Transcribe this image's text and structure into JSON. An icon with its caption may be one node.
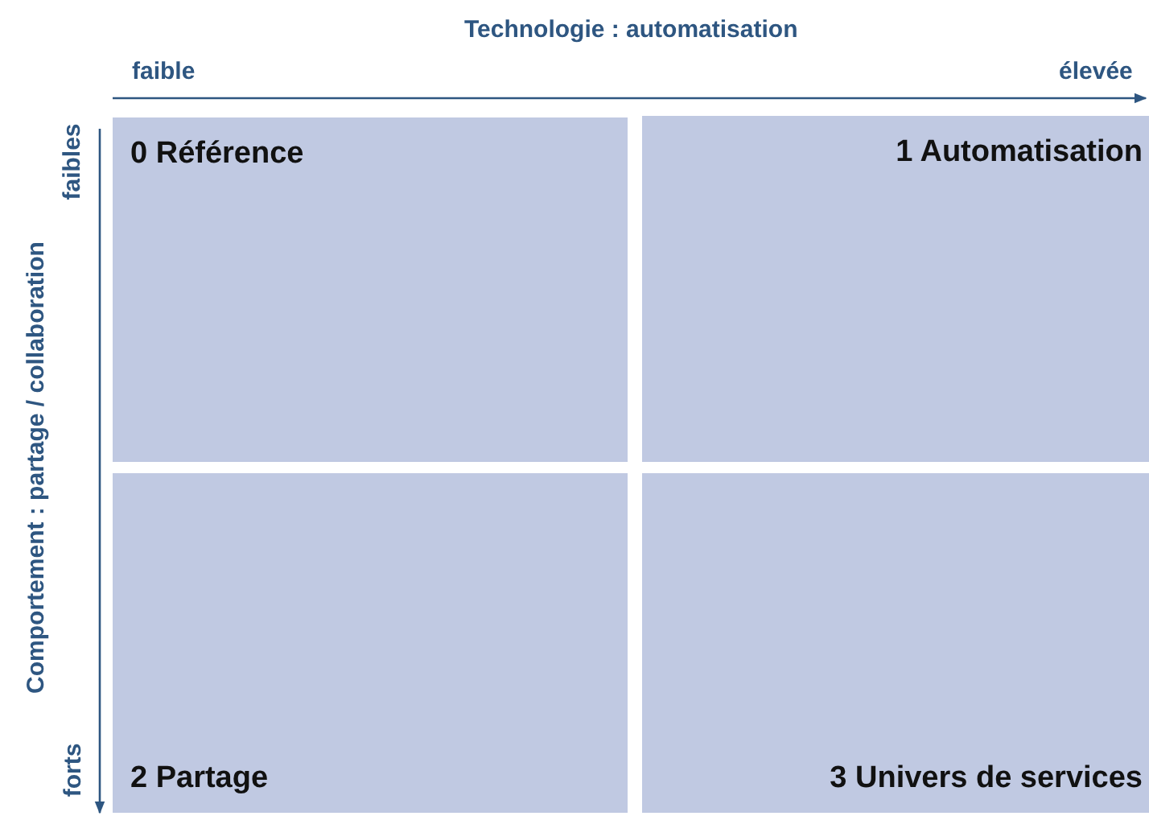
{
  "diagram": {
    "nodes": [
      {
        "text": [
          "0 Référence"
        ]
      },
      {
        "text": [
          "1 Automatisation"
        ]
      },
      {
        "text": [
          "2 Partage"
        ]
      },
      {
        "text": [
          "3 Univers de services"
        ]
      }
    ],
    "labels": [
      "Technologie : automatisation",
      "faible",
      "élevée",
      "Comportement : partage / collaboration",
      "faibles",
      "forts"
    ]
  }
}
